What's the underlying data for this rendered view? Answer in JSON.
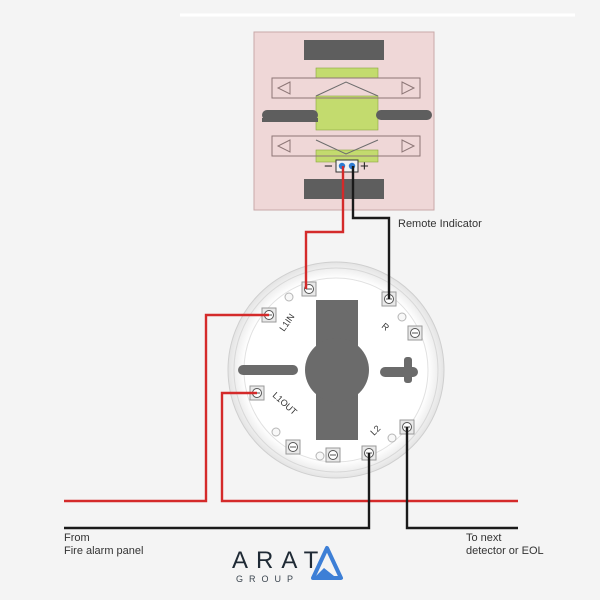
{
  "labels": {
    "remote_indicator": "Remote Indicator",
    "from_line1": "From",
    "from_line2": "Fire alarm panel",
    "next_line1": "To next",
    "next_line2": "detector or EOL"
  },
  "terminals": {
    "l1_in": "L1IN",
    "r": "R",
    "l1_out": "L1OUT",
    "l2": "L2"
  },
  "indicator_polarity": {
    "minus": "−",
    "plus": "+"
  },
  "brand": {
    "name": "ARAT",
    "sub": "GROUP",
    "logo_icon": "triangle-logo-icon"
  },
  "colors": {
    "wire_positive": "#d42a2a",
    "wire_negative": "#1a1a1a",
    "indicator_board": "#efd7d7",
    "indicator_green": "#c3db6e",
    "block_dark": "#5e5e5e",
    "terminal_green": "#8bc34a",
    "brand_blue": "#3d7fd6",
    "brand_dark": "#1f2a35"
  }
}
